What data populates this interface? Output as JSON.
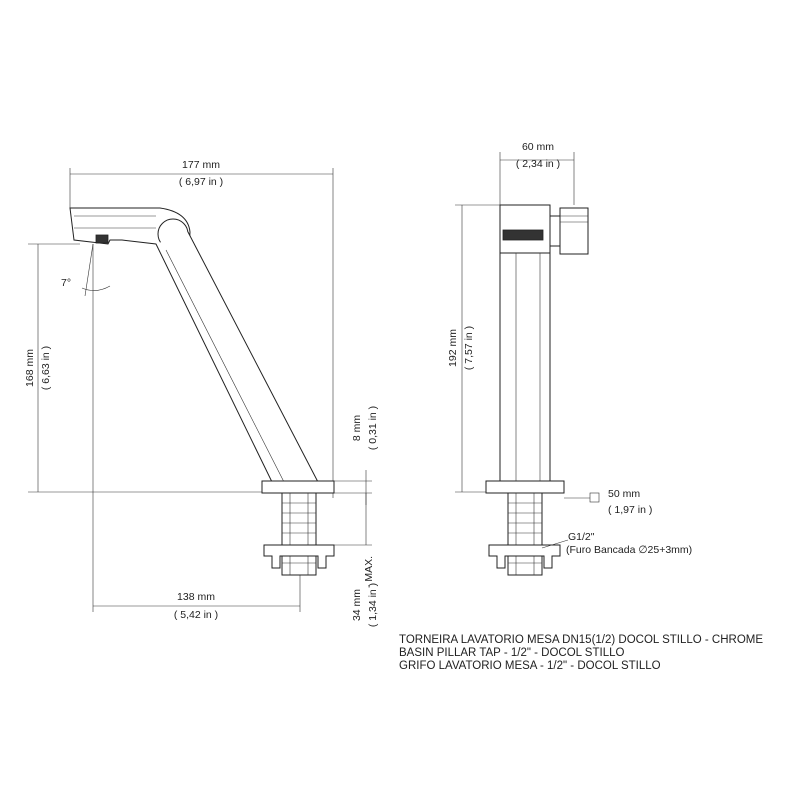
{
  "dimensions": {
    "width_total": {
      "mm": "177 mm",
      "in": "( 6,97 in )"
    },
    "height_spout": {
      "mm": "168 mm",
      "in": "( 6,63 in )"
    },
    "reach": {
      "mm": "138 mm",
      "in": "( 5,42 in )"
    },
    "base_thickness": {
      "mm": "8 mm",
      "in": "( 0,31 in )"
    },
    "thread_max": {
      "mm": "34 mm",
      "in": "( 1,34 in )",
      "suffix": "- MAX."
    },
    "angle": "7°",
    "side_width": {
      "mm": "60 mm",
      "in": "( 2,34 in )"
    },
    "side_height": {
      "mm": "192 mm",
      "in": "( 7,57 in )"
    },
    "base_square": {
      "mm": "50 mm",
      "in": "( 1,97 in )"
    }
  },
  "thread": {
    "label": "G1/2\"",
    "hole": "(Furo Bancada ∅25+3mm)"
  },
  "product_lines": [
    "TORNEIRA LAVATORIO MESA DN15(1/2) DOCOL STILLO - CHROME",
    "BASIN PILLAR TAP - 1/2\" - DOCOL STILLO",
    "GRIFO LAVATORIO MESA - 1/2\" - DOCOL STILLO"
  ]
}
